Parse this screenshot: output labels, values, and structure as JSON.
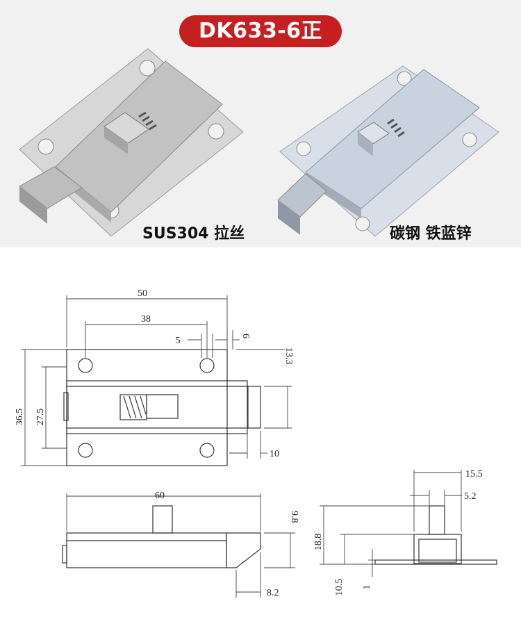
{
  "product": {
    "model": "DK633-6正",
    "variants": [
      {
        "caption": "SUS304 拉丝",
        "finish_color": "#c9c9c9"
      },
      {
        "caption": "碳钢 铁蓝锌",
        "finish_color": "#cfd8e6"
      }
    ]
  },
  "colors": {
    "badge": "#c61f1f",
    "line": "#333333"
  },
  "drawing": {
    "top_view": {
      "width": "50",
      "hole_spacing": "38",
      "hole_dia": "5",
      "edge_offset": "6",
      "height": "36.5",
      "inner_height": "27.5",
      "bolt_height": "13.3",
      "bolt_extension": "10"
    },
    "side_view": {
      "length": "60",
      "knob_height": "9.8",
      "tip_length": "8.2"
    },
    "end_view": {
      "width": "15.5",
      "knob_width": "5.2",
      "height": "18.8",
      "body_height": "10.5",
      "plate_thickness": "1"
    }
  }
}
